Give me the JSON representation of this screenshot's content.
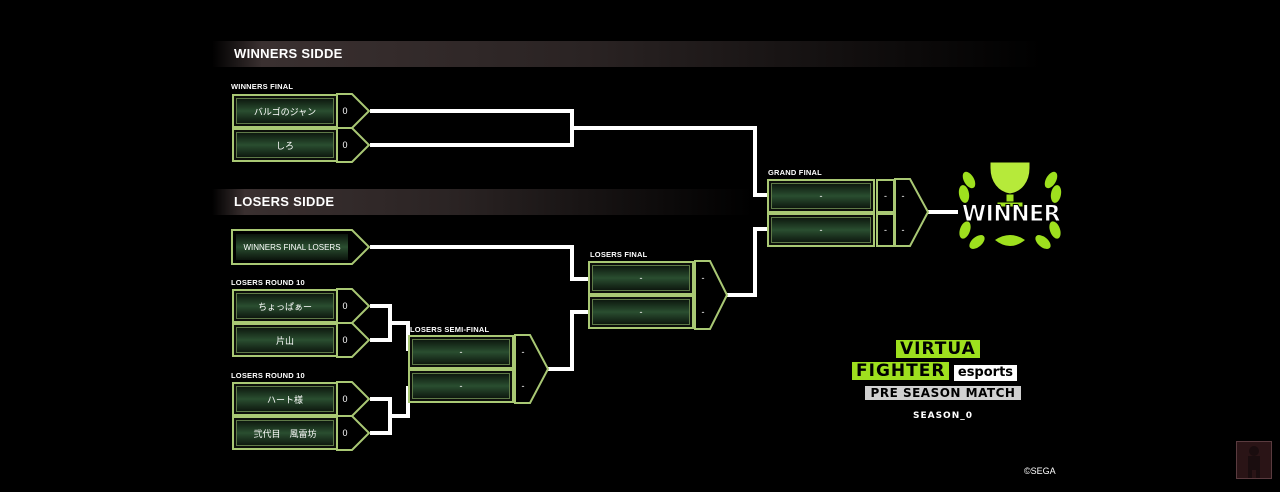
{
  "winners_banner": "WINNERS SIDDE",
  "losers_banner": "LOSERS SIDDE",
  "labels": {
    "winners_final": "WINNERS  FINAL",
    "grand_final": "GRAND FINAL",
    "losers_final": "LOSERS FINAL",
    "losers_round_a": "LOSERS ROUND 10",
    "losers_round_b": "LOSERS ROUND 10",
    "losers_semi": "LOSERS SEMI-FINAL"
  },
  "winners_final": [
    {
      "name": "バルゴのジャン",
      "score": "0"
    },
    {
      "name": "しろ",
      "score": "0"
    }
  ],
  "winners_final_losers": "WINNERS FINAL LOSERS",
  "losers_round_a": [
    {
      "name": "ちょっぱぁー",
      "score": "0"
    },
    {
      "name": "片山",
      "score": "0"
    }
  ],
  "losers_round_b": [
    {
      "name": "ハート様",
      "score": "0"
    },
    {
      "name": "弐代目　風雷坊",
      "score": "0"
    }
  ],
  "losers_semi": [
    {
      "name": "-",
      "score": "-"
    },
    {
      "name": "-",
      "score": "-"
    }
  ],
  "losers_final": [
    {
      "name": "-",
      "score": "-"
    },
    {
      "name": "-",
      "score": "-"
    }
  ],
  "grand_final": [
    {
      "name": "-",
      "score1": "-",
      "score2": "-"
    },
    {
      "name": "-",
      "score1": "-",
      "score2": "-"
    }
  ],
  "winner_label": "WINNER",
  "logo": {
    "line1": "VIRTUA",
    "line2a": "FIGHTER",
    "line2b": "esports",
    "line3": "PRE SEASON MATCH",
    "line4": "SEASON_0"
  },
  "copyright": "©SEGA",
  "colors": {
    "accent": "#9ee01e",
    "frame": "#a9c874"
  }
}
